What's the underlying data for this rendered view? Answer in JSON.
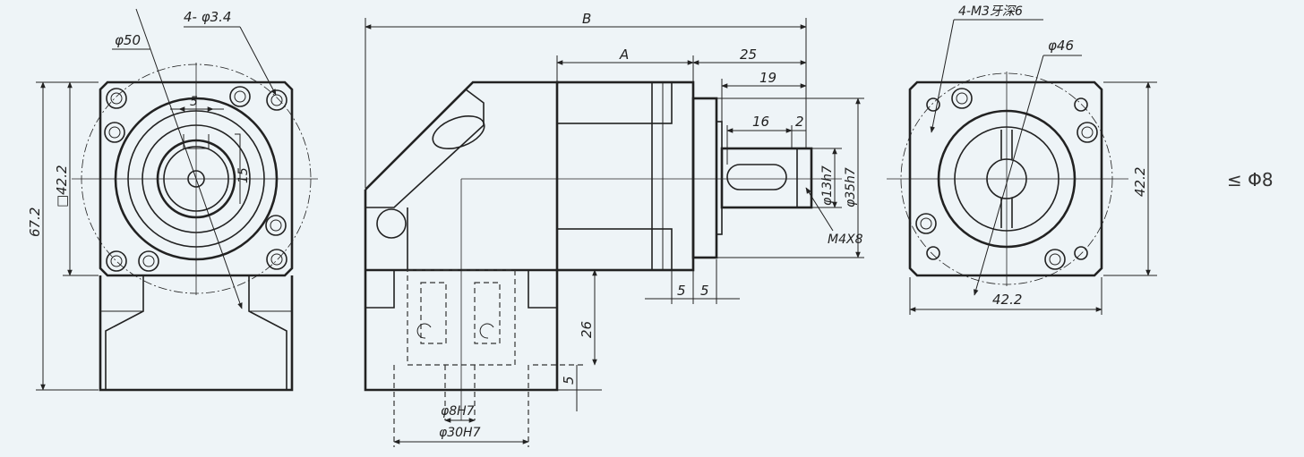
{
  "colors": {
    "background": "#eef4f7",
    "ink": "#222222"
  },
  "front_view": {
    "hole_callout": "4- φ3.4",
    "pcd": "φ50",
    "height": "67.2",
    "flange": "□42.2",
    "dim_5": "5",
    "dim_15": "15"
  },
  "side_view": {
    "length_b": "B",
    "length_a": "A",
    "dim_25": "25",
    "dim_19": "19",
    "dim_16": "16",
    "dim_2": "2",
    "shaft_dia": "φ13h7",
    "pilot_dia": "φ35h7",
    "thread": "M4X8",
    "step_1": "5",
    "step_2": "5",
    "base_height": "26",
    "base_step": "5",
    "bore": "φ8H7",
    "bore_pilot": "φ30H7"
  },
  "rear_view": {
    "thread_callout": "4-M3牙深6",
    "pcd": "φ46",
    "width": "42.2",
    "height": "42.2"
  },
  "note": "≤ Φ8"
}
